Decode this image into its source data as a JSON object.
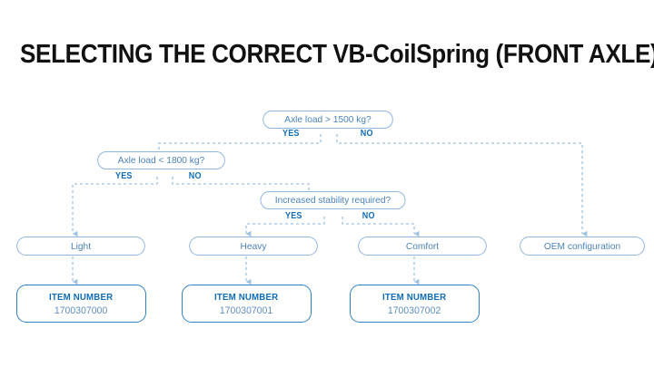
{
  "page": {
    "title": "SELECTING THE CORRECT VB-CoilSpring (FRONT AXLE)",
    "background": "#ffffff"
  },
  "colors": {
    "title_text": "#111111",
    "node_border": "#8fb6dd",
    "node_text": "#4b83b8",
    "item_border": "#2f80c4",
    "item_label": "#0f6cb5",
    "item_number": "#5b8dbe",
    "branch_label": "#0f6cb5",
    "connector": "#9dc2e4"
  },
  "flowchart": {
    "decisions": [
      {
        "id": "axle-load-1500",
        "text": "Axle load > 1500 kg?",
        "yes_label": "YES",
        "no_label": "NO"
      },
      {
        "id": "axle-load-1800",
        "text": "Axle load < 1800 kg?",
        "yes_label": "YES",
        "no_label": "NO"
      },
      {
        "id": "increased-stability",
        "text": "Increased stability required?",
        "yes_label": "YES",
        "no_label": "NO"
      }
    ],
    "results": [
      {
        "id": "light",
        "text": "Light"
      },
      {
        "id": "heavy",
        "text": "Heavy"
      },
      {
        "id": "comfort",
        "text": "Comfort"
      },
      {
        "id": "oem",
        "text": "OEM configuration"
      }
    ],
    "items": [
      {
        "id": "item-light",
        "label": "ITEM NUMBER",
        "number": "1700307000"
      },
      {
        "id": "item-heavy",
        "label": "ITEM NUMBER",
        "number": "1700307001"
      },
      {
        "id": "item-comfort",
        "label": "ITEM NUMBER",
        "number": "1700307002"
      }
    ]
  }
}
